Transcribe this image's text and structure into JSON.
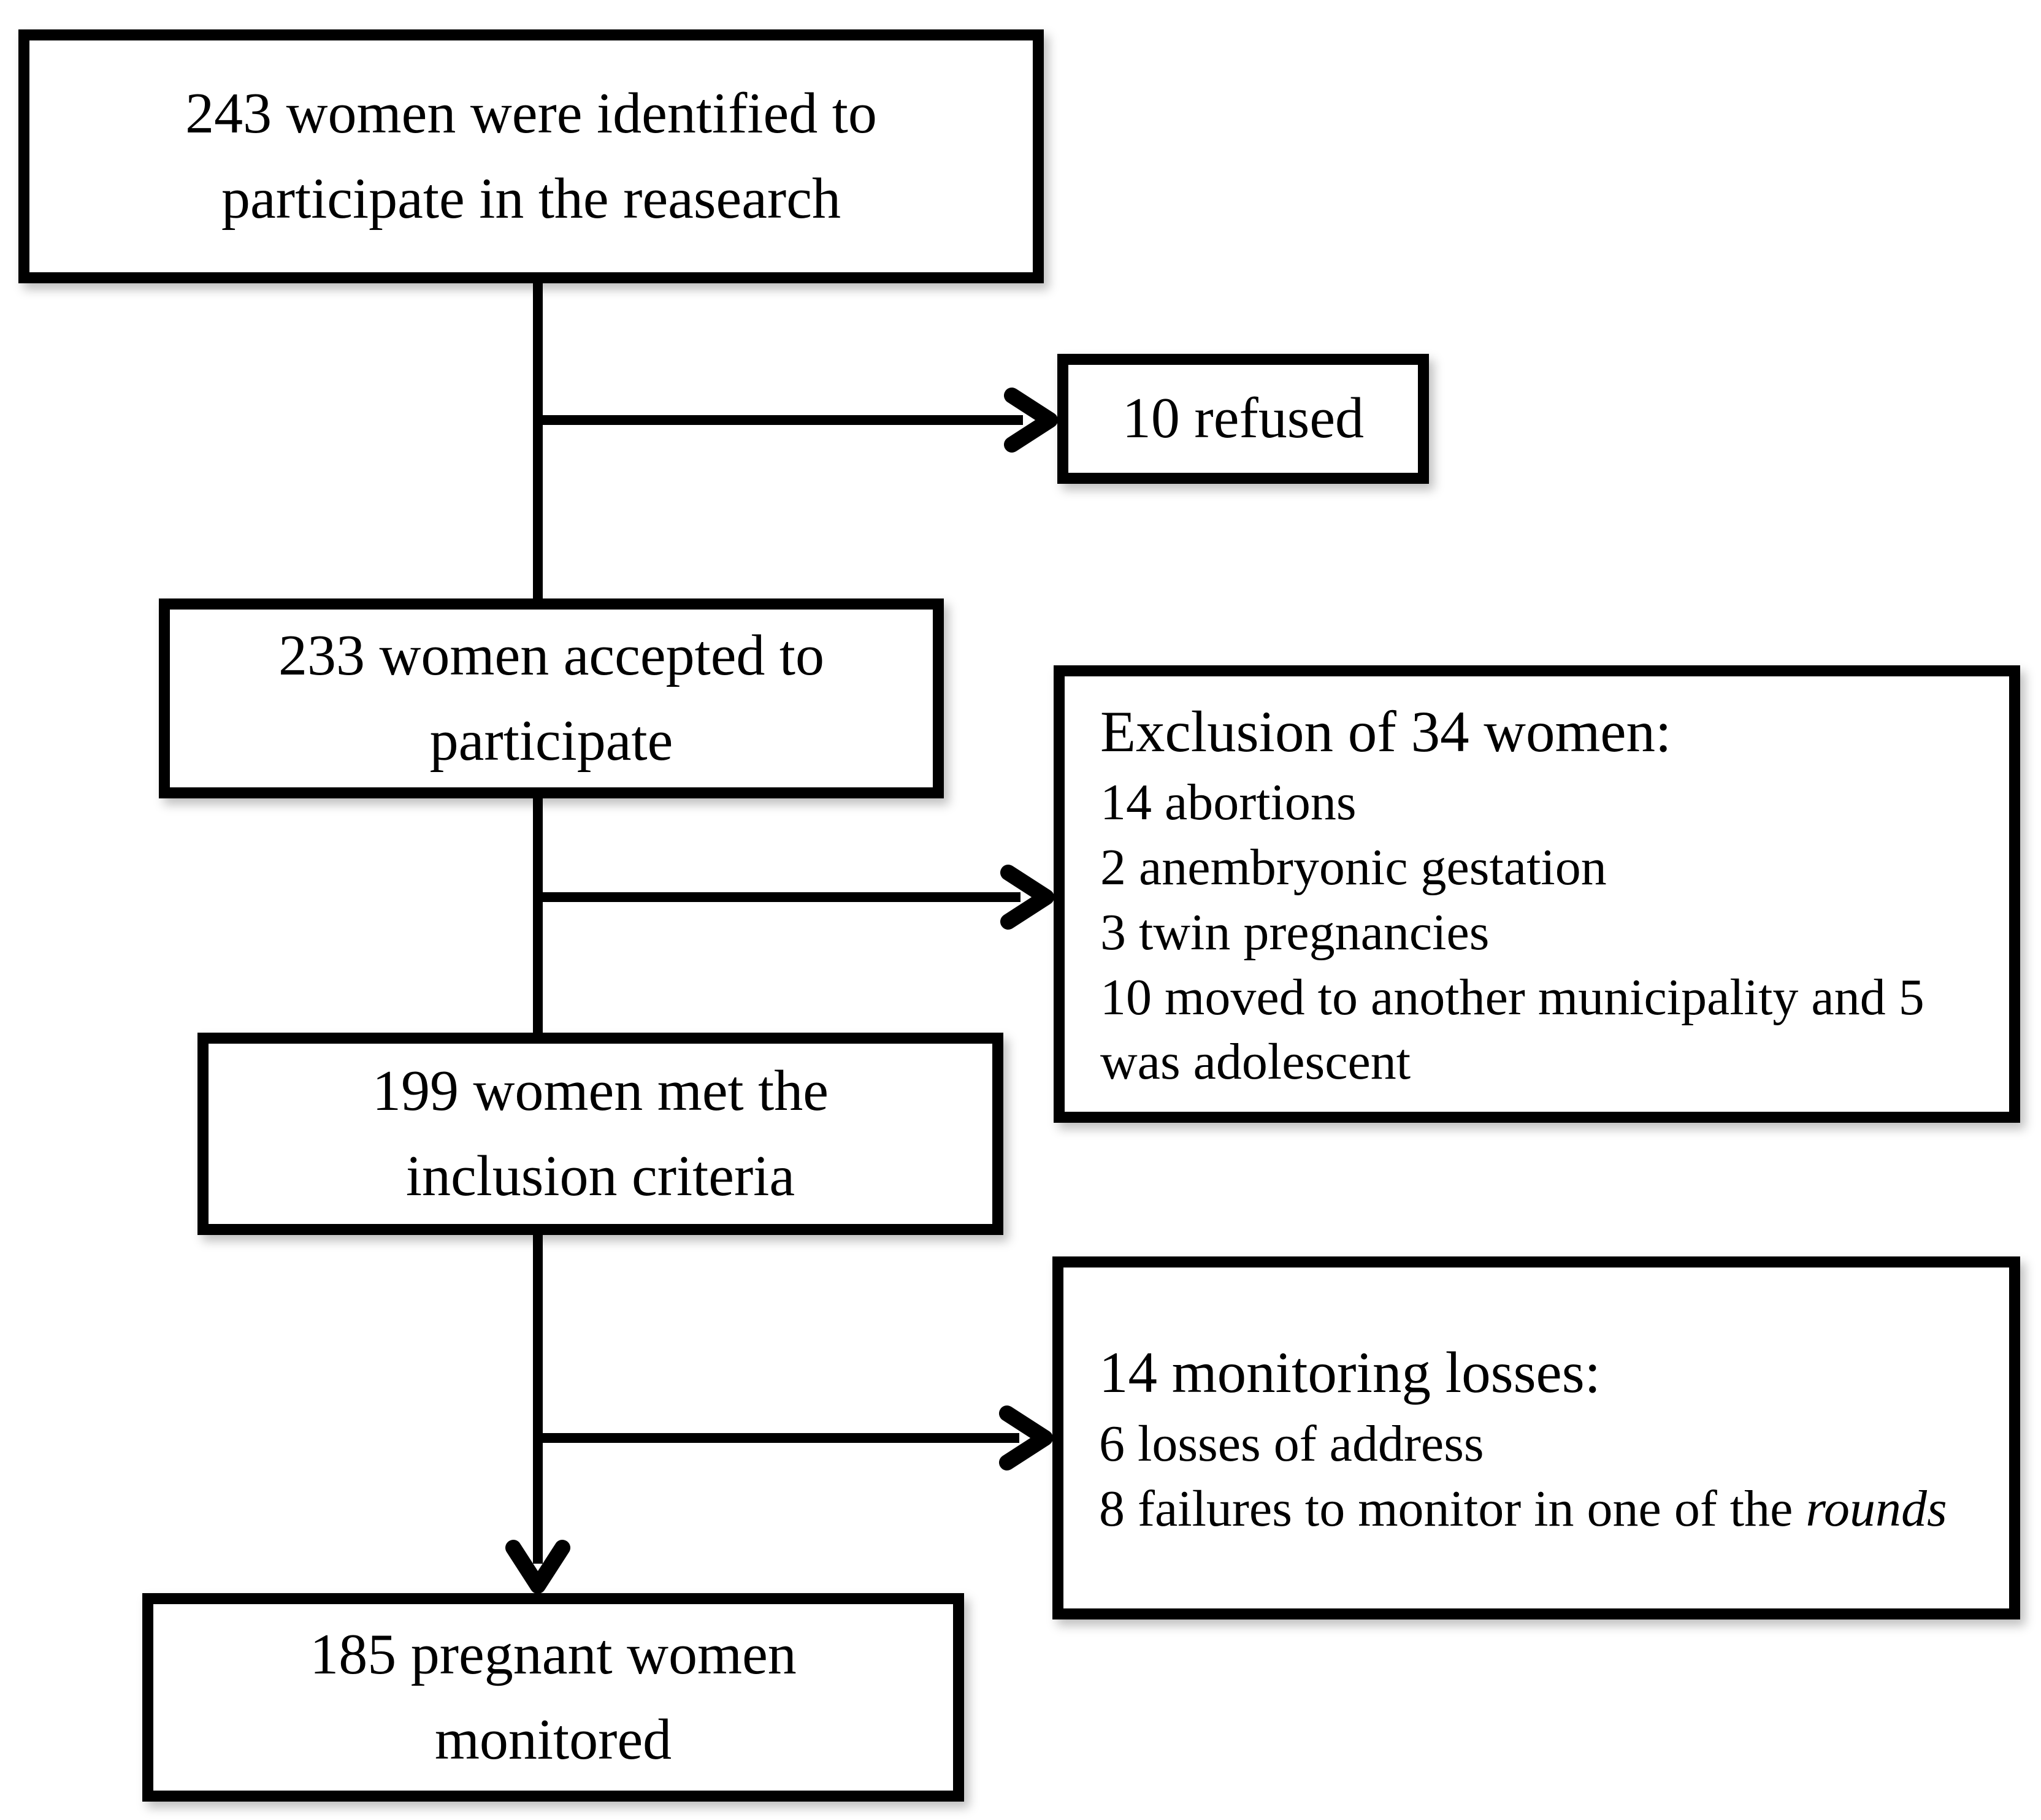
{
  "figure": {
    "type": "flowchart",
    "background": "#ffffff",
    "line_color": "#000000",
    "text_color": "#000000",
    "boxes": {
      "identified": {
        "line1": "243 women were identified to",
        "line2": "participate in the reasearch"
      },
      "refused": {
        "label": "10 refused"
      },
      "accepted": {
        "line1": "233 women accepted to",
        "line2": "participate"
      },
      "exclusion": {
        "heading": "Exclusion of 34 women:",
        "item1": "14 abortions",
        "item2": "2 anembryonic gestation",
        "item3": "3 twin pregnancies",
        "item4": "10 moved to another municipality and 5 was adolescent"
      },
      "inclusion": {
        "line1": "199 women met the",
        "line2": "inclusion criteria"
      },
      "losses": {
        "heading": "14 monitoring losses:",
        "item1": "6 losses of address",
        "item2_prefix": "8 failures to monitor in one of the ",
        "item2_italic": "rounds"
      },
      "monitored": {
        "line1": "185 pregnant women",
        "line2": "monitored"
      }
    }
  }
}
